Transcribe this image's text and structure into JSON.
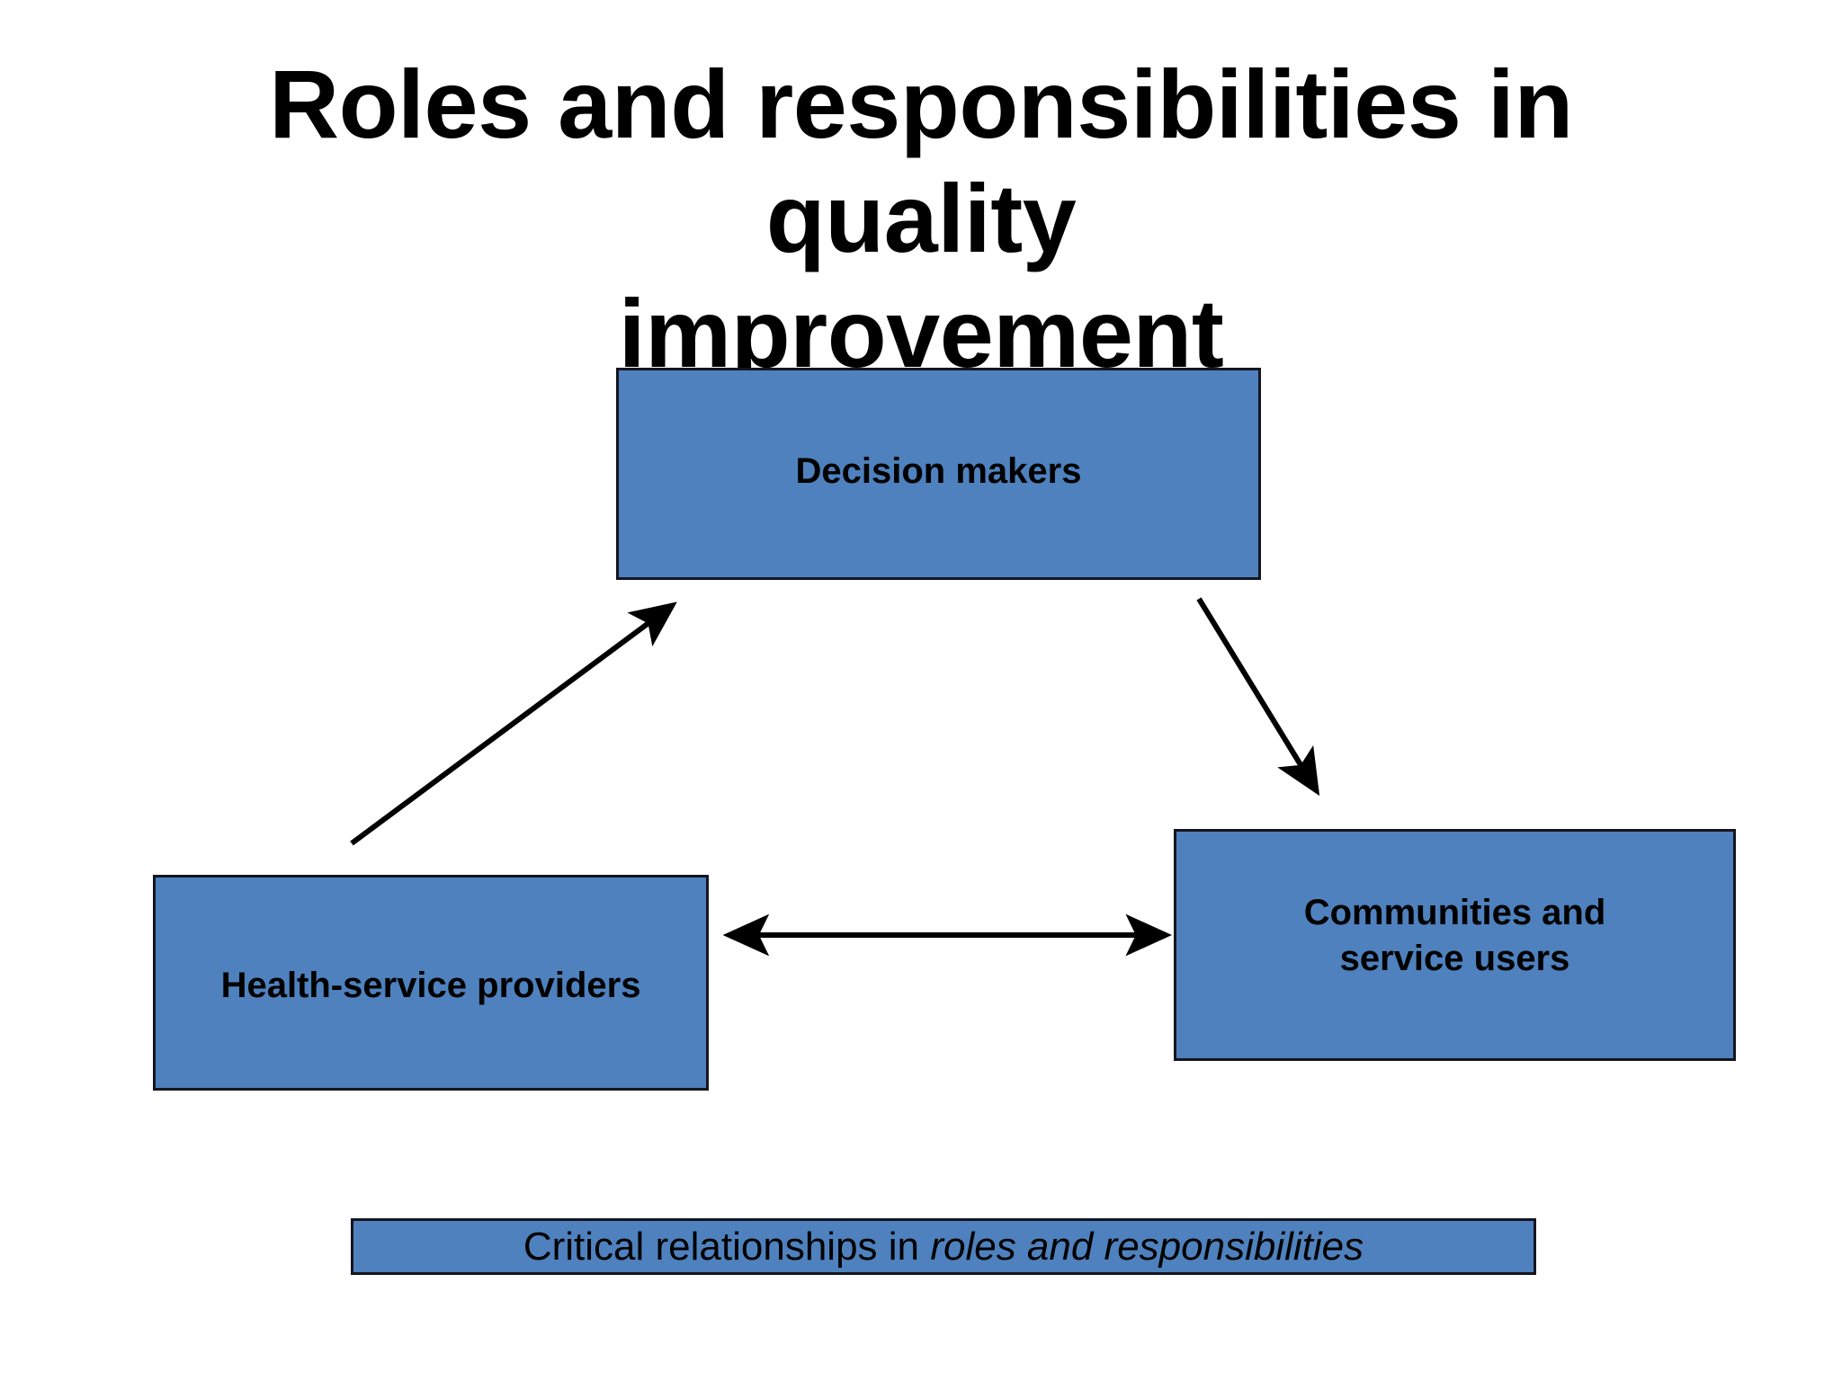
{
  "slide": {
    "title": "Roles and responsibilities in quality\nimprovement",
    "background_color": "#ffffff",
    "accent_color": "#4e81bd",
    "border_color": "#15151f",
    "text_color": "#000000"
  },
  "nodes": [
    {
      "id": "decision-makers",
      "label": "Decision makers",
      "fill": "#4e81bd"
    },
    {
      "id": "health-service-providers",
      "label": "Health-service providers",
      "fill": "#4e81bd"
    },
    {
      "id": "communities-service-users",
      "label": "Communities and\nservice users",
      "fill": "#4e81bd"
    }
  ],
  "connectors": [
    {
      "id": "providers-to-decision-makers",
      "from": "health-service-providers",
      "to": "decision-makers",
      "direction": "one-way",
      "color": "#000000"
    },
    {
      "id": "decision-makers-to-communities",
      "from": "decision-makers",
      "to": "communities-service-users",
      "direction": "one-way",
      "color": "#000000"
    },
    {
      "id": "providers-to-communities",
      "from": "health-service-providers",
      "to": "communities-service-users",
      "direction": "two-way",
      "color": "#000000"
    }
  ],
  "caption": {
    "prefix": "Critical relationships in",
    "emphasis": "roles and responsibilities",
    "fill": "#4e81bd"
  }
}
